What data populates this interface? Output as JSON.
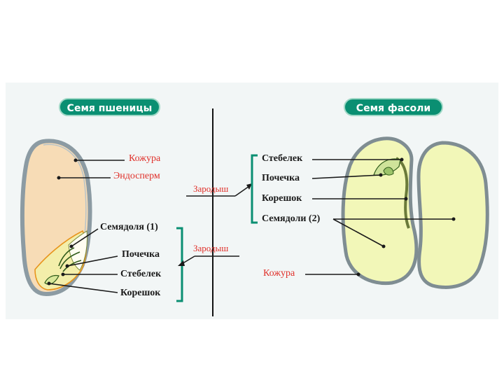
{
  "panels": {
    "wheat_title": "Семя пшеницы",
    "bean_title": "Семя фасоли"
  },
  "wheat_labels": {
    "kozhura": "Кожура",
    "endosperm": "Эндосперм",
    "semyadolya": "Семядоля (1)",
    "pochechka": "Почечка",
    "stebelek": "Стебелек",
    "koreshok": "Корешок"
  },
  "bean_labels": {
    "stebelek": "Стебелек",
    "pochechka": "Почечка",
    "koreshok": "Корешок",
    "semyadoli": "Семядоли (2)",
    "kozhura": "Кожура"
  },
  "groups": {
    "embryo_top": "Зародыш",
    "embryo_bottom": "Зародыш"
  },
  "colors": {
    "panel_bg": "#f2f6f6",
    "title_pill": "#0a8f72",
    "red_label": "#e0302a",
    "bracket": "#0a8f72",
    "seed_coat": "#8c9ba3",
    "endosperm": "#f7dcb6",
    "cotyledon": "#f2f7b8"
  },
  "icons": {
    "arrow_left_1": "arrow-left-icon",
    "arrow_left_2": "arrow-left-icon"
  }
}
